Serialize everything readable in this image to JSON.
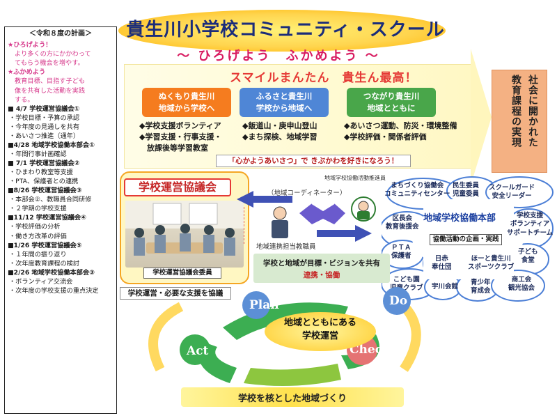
{
  "plan": {
    "title": "＜令和８度の計画＞",
    "lines": [
      "★ひろげよう！",
      "より多くの方にかかわって",
      "てもらう機会を増やす。",
      "★ふかめよう",
      "教育目標、目指す子ども",
      "像を共有した活動を実践",
      "する。",
      "■ 4/7 学校運営協議会①",
      "・学校目標・予算の承認",
      "・今年度の見通しを共有",
      "・あいさつ推進（通年）",
      "■4/28 地域学校協働本部会①",
      "・年間行事計画確認",
      "■ 7/1 学校運営協議会②",
      "・ひまわり教室等支援",
      "・PTA、保護者との連携",
      "■8/26 学校運営協議会③",
      "・本部会②、教職員合同研修",
      "・２学期の学校支援",
      "■11/12 学校運営協議会④",
      "・学校評価の分析",
      "・働き方改革の評価",
      "■1/26 学校運営協議会⑤",
      "・１年間の振り返り",
      "・次年度教育課程の検討",
      "■2/26 地域学校協働本部会③",
      "・ボランティア交流会",
      "・次年度の学校支援の重点決定"
    ]
  },
  "header": {
    "title": "貴生川小学校コミュニティ・スクール",
    "subtitle": "～ ひろげよう　ふかめよう ～",
    "slogan": "スマイルまんたん　貴生ん最高！"
  },
  "pillars": [
    {
      "line1": "ぬくもり貴生川",
      "line2": "地域から学校へ",
      "bullets": [
        "◆学校支援ボランティア",
        "◆学習支援・行事支援・",
        "　放課後等学習教室"
      ]
    },
    {
      "line1": "ふるさと貴生川",
      "line2": "学校から地域へ",
      "bullets": [
        "◆飯道山・庚申山登山",
        "◆まち探検、地域学習"
      ]
    },
    {
      "line1": "つながり貴生川",
      "line2": "地域とともに",
      "bullets": [
        "◆あいさつ運動、防災・環境整備",
        "◆学校評価・関係者評価"
      ]
    }
  ],
  "kokoro": "「心かようあいさつ」で きぶかわを好きになろう！",
  "right_box": {
    "col1": "社会に開かれた",
    "col2": "教育課程の実現"
  },
  "council": {
    "title": "学校運営協議会",
    "photo_label": "学校運営協議会委員",
    "support": "学校運営・必要な支援を協議"
  },
  "labels": {
    "coordinator": "（地域コーディネーター）",
    "promoter": "地域学校協働活動推進員",
    "staff": "地域連携担当教職員"
  },
  "share": {
    "line1": "学校と地域が目標・ビジョンを共有",
    "line2": "連携・協働"
  },
  "network": {
    "center": "地域学校協働本部",
    "center_sub": "協働活動の企画・実践",
    "nodes": [
      "まちづくり協働会\nコミュニティセンター",
      "民生委員\n児童委員",
      "スクールガード\n安全リーダー",
      "区長会\n教育後援会",
      "学校支援\nボランティア\nサポートチーム",
      "ＰＴＡ\n保護者",
      "日赤\n奉仕団",
      "ほーと貴生川\nスポーツクラブ",
      "子ども\n食堂",
      "こども園\n児童クラブ",
      "宇川会館",
      "青少年\n育成会",
      "商工会\n観光協会"
    ]
  },
  "pdca": {
    "core": "地域とともにある\n学校運営",
    "plan": "Plan",
    "do": "Do",
    "check": "Check",
    "act": "Act"
  },
  "bottom": "学校を核とした地域づくり",
  "colors": {
    "orange": "#f57c1f",
    "blue": "#4f86d6",
    "green": "#49a64a",
    "title_navy": "#1b2c7a",
    "pink": "#d81b60"
  }
}
